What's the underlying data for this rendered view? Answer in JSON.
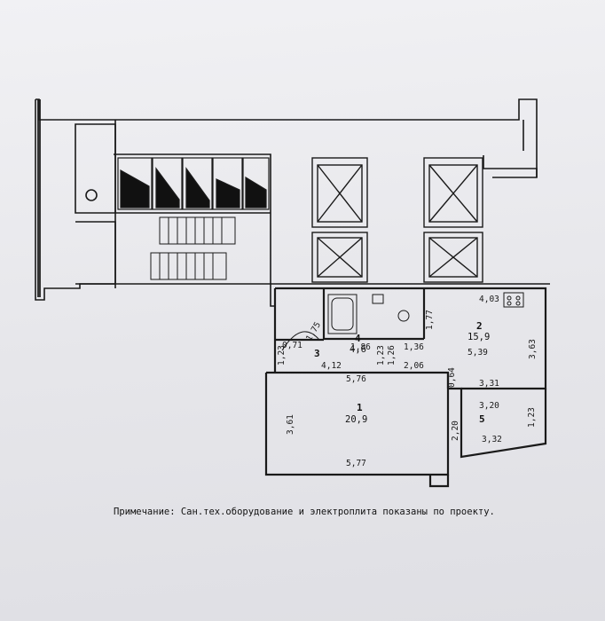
{
  "rooms": [
    {
      "id": "1",
      "area": "20,9"
    },
    {
      "id": "2",
      "area": "15,9"
    },
    {
      "id": "3",
      "area": ""
    },
    {
      "id": "4",
      "area": "4,6"
    },
    {
      "id": "5",
      "area": ""
    }
  ],
  "dimensions": {
    "r1_top": "5,76",
    "r1_bottom": "5,77",
    "r1_left": "3,61",
    "r2_top": "4,03",
    "r2_right": "3,63",
    "r2_mid": "5,39",
    "r2_bottom": "3,31",
    "r2_left": "1,77",
    "r4_bottom": "1,86",
    "r4_right": "1,36",
    "hall_a": "4,12",
    "hall_b": "2,06",
    "hall_c": "1,23",
    "hall_d": "1,26",
    "hall_e": "1,23",
    "hall_f": "0,71",
    "hall_g": "1,75",
    "hall_h": "0,64",
    "r5_top": "3,20",
    "r5_bottom": "3,32",
    "r5_left": "2,20",
    "r5_right": "1,23"
  },
  "note": "Примечание: Сан.тех.оборудование и электроплита показаны по проекту."
}
